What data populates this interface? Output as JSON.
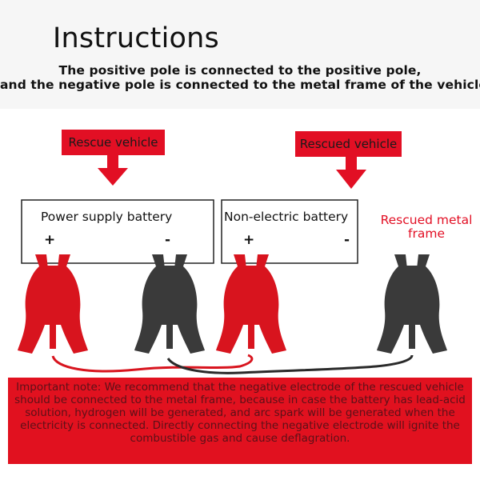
{
  "header": {
    "title": "Instructions",
    "subtitle_line1": "The positive pole is connected to the positive pole,",
    "subtitle_line2": "and the negative pole is connected to the metal frame of the vehicle"
  },
  "diagram": {
    "rescue_vehicle_label": "Rescue vehicle",
    "rescued_vehicle_label": "Rescued vehicle",
    "power_battery": {
      "label": "Power supply battery",
      "positive": "+",
      "negative": "-"
    },
    "non_electric_battery": {
      "label": "Non-electric battery",
      "positive": "+",
      "negative": "-"
    },
    "metal_frame_label": "Rescued metal frame",
    "colors": {
      "tag_red": "#e20f24",
      "clamp_red": "#d8141e",
      "clamp_black": "#3a3a3a",
      "cable_black": "#2a2a2a"
    }
  },
  "note": {
    "text": "Important note: We recommend that the negative electrode of the rescued vehicle should be connected to the metal frame, because in case the battery has lead-acid solution, hydrogen will be generated, and arc spark will be generated when the electricity is connected. Directly connecting the negative electrode will ignite the combustible gas and cause deflagration."
  }
}
